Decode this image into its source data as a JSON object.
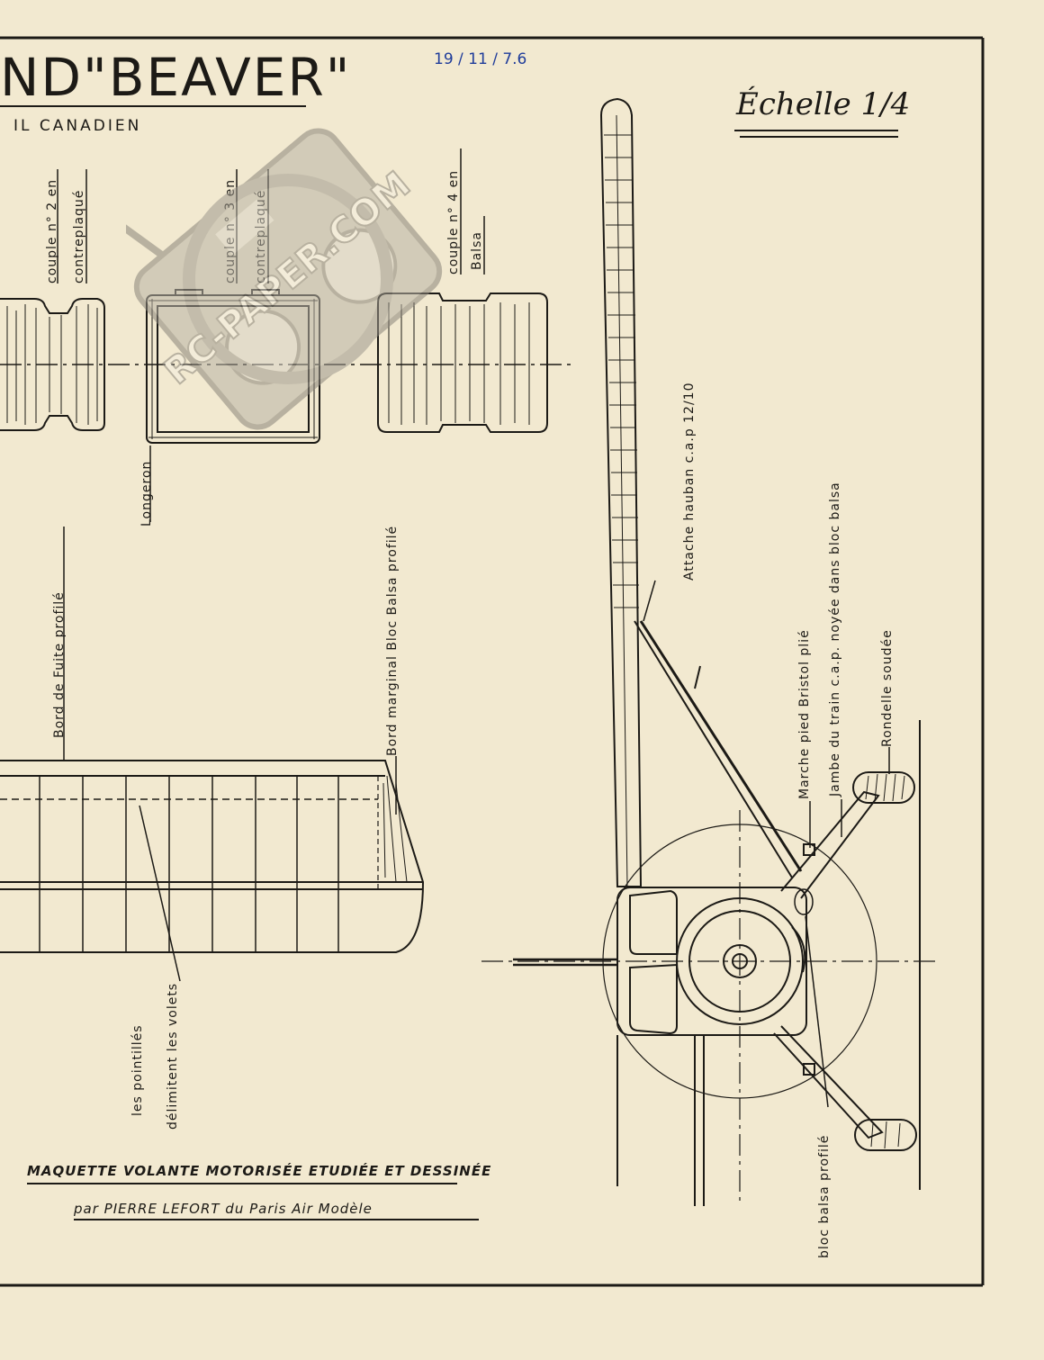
{
  "title": "ND\"BEAVER\"",
  "subtitle": "IL CANADIEN",
  "scale_label": "Échelle 1/4",
  "handwritten_note": "19 / 11 / 7.6",
  "watermark": "RC-PAPER.COM",
  "labels": {
    "couple2_a": "couple n° 2 en",
    "couple2_b": "contreplaqué",
    "couple3_a": "couple n° 3 en",
    "couple3_b": "contreplaqué",
    "couple4_a": "couple n° 4 en",
    "couple4_b": "Balsa",
    "longeron": "Longeron",
    "bord_fuite": "Bord de Fuite profilé",
    "bord_marginal": "Bord marginal Bloc Balsa profilé",
    "attache_hauban": "Attache hauban c.a.p 12/10",
    "marche_pied": "Marche pied Bristol plié",
    "jambe_train": "Jambe du train c.a.p. noyée dans bloc balsa",
    "rondelle": "Rondelle soudée",
    "pointilles_a": "les pointillés",
    "pointilles_b": "délimitent les volets",
    "bloc_balsa": "bloc balsa profilé"
  },
  "credits": {
    "line1": "MAQUETTE VOLANTE MOTORISÉE ETUDIÉE ET DESSINÉE",
    "line2": "par PIERRE LEFORT du Paris Air Modèle"
  }
}
